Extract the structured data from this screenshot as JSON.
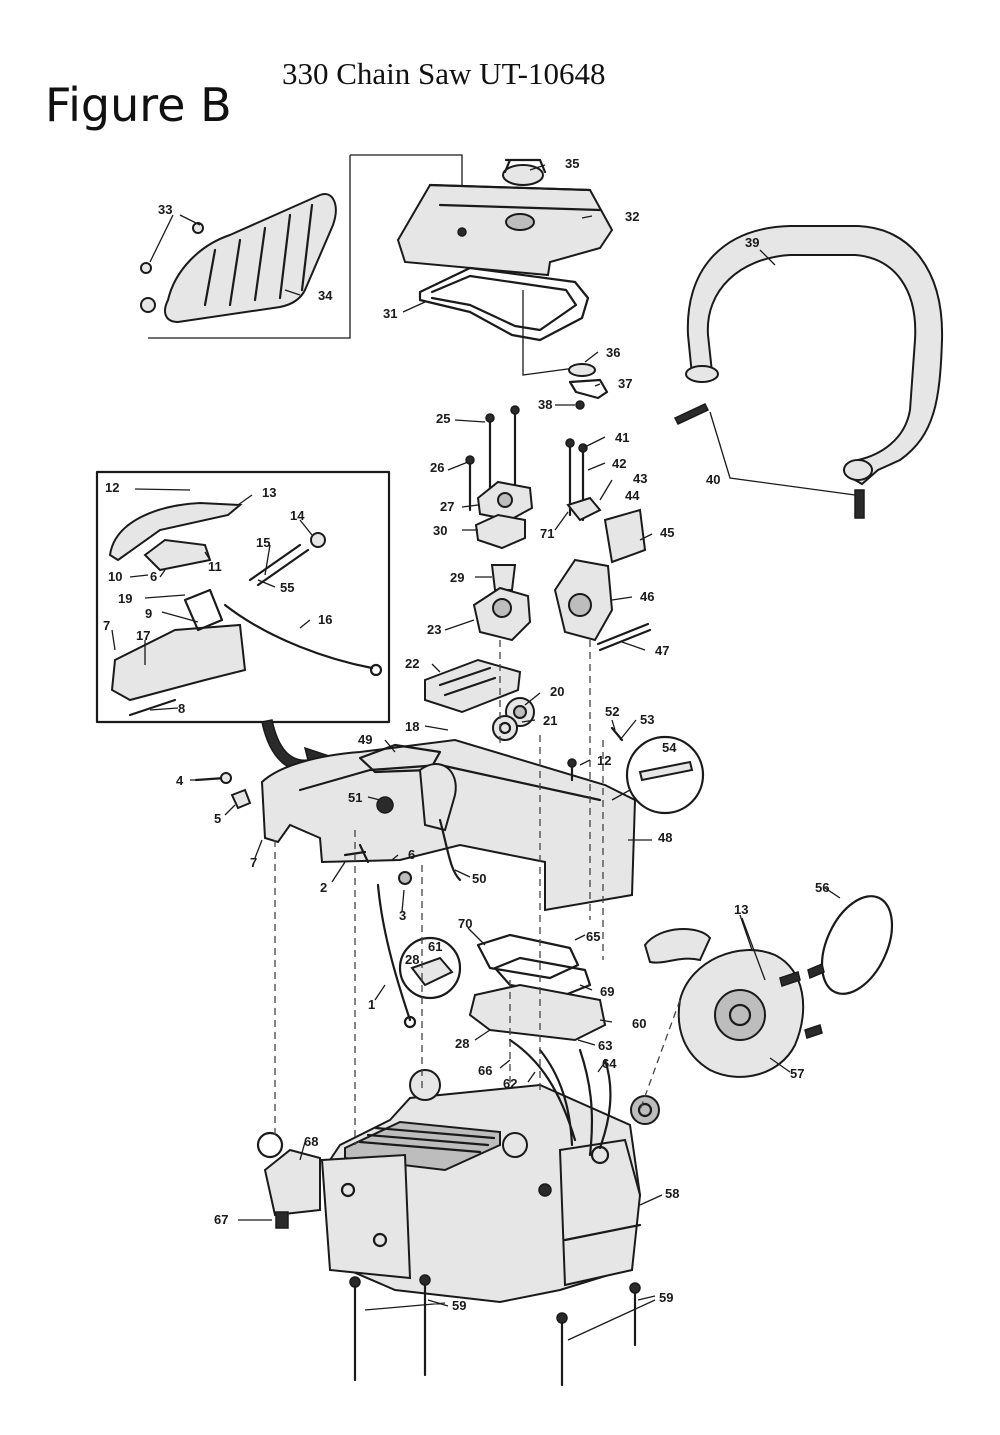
{
  "figure_label": "Figure B",
  "title": "330 Chain Saw UT-10648",
  "part_callouts": [
    {
      "id": "c35",
      "label": "35"
    },
    {
      "id": "c32",
      "label": "32"
    },
    {
      "id": "c33",
      "label": "33"
    },
    {
      "id": "c34",
      "label": "34"
    },
    {
      "id": "c31",
      "label": "31"
    },
    {
      "id": "c39",
      "label": "39"
    },
    {
      "id": "c36",
      "label": "36"
    },
    {
      "id": "c37",
      "label": "37"
    },
    {
      "id": "c38",
      "label": "38"
    },
    {
      "id": "c25",
      "label": "25"
    },
    {
      "id": "c41",
      "label": "41"
    },
    {
      "id": "c26",
      "label": "26"
    },
    {
      "id": "c42",
      "label": "42"
    },
    {
      "id": "c43",
      "label": "43"
    },
    {
      "id": "c27",
      "label": "27"
    },
    {
      "id": "c44",
      "label": "44"
    },
    {
      "id": "c30",
      "label": "30"
    },
    {
      "id": "c71",
      "label": "71"
    },
    {
      "id": "c45",
      "label": "45"
    },
    {
      "id": "c40",
      "label": "40"
    },
    {
      "id": "c12a",
      "label": "12"
    },
    {
      "id": "c13a",
      "label": "13"
    },
    {
      "id": "c14",
      "label": "14"
    },
    {
      "id": "c15",
      "label": "15"
    },
    {
      "id": "c11",
      "label": "11"
    },
    {
      "id": "c10",
      "label": "10"
    },
    {
      "id": "c6a",
      "label": "6"
    },
    {
      "id": "c55",
      "label": "55"
    },
    {
      "id": "c19",
      "label": "19"
    },
    {
      "id": "c9",
      "label": "9"
    },
    {
      "id": "c16",
      "label": "16"
    },
    {
      "id": "c7a",
      "label": "7"
    },
    {
      "id": "c17",
      "label": "17"
    },
    {
      "id": "c8",
      "label": "8"
    },
    {
      "id": "c29",
      "label": "29"
    },
    {
      "id": "c46",
      "label": "46"
    },
    {
      "id": "c23",
      "label": "23"
    },
    {
      "id": "c47",
      "label": "47"
    },
    {
      "id": "c22",
      "label": "22"
    },
    {
      "id": "c20",
      "label": "20"
    },
    {
      "id": "c21",
      "label": "21"
    },
    {
      "id": "c52",
      "label": "52"
    },
    {
      "id": "c53",
      "label": "53"
    },
    {
      "id": "c18",
      "label": "18"
    },
    {
      "id": "c54",
      "label": "54"
    },
    {
      "id": "c49",
      "label": "49"
    },
    {
      "id": "c12b",
      "label": "12"
    },
    {
      "id": "c4",
      "label": "4"
    },
    {
      "id": "c51",
      "label": "51"
    },
    {
      "id": "c5",
      "label": "5"
    },
    {
      "id": "c48",
      "label": "48"
    },
    {
      "id": "c7b",
      "label": "7"
    },
    {
      "id": "c6b",
      "label": "6"
    },
    {
      "id": "c2",
      "label": "2"
    },
    {
      "id": "c50",
      "label": "50"
    },
    {
      "id": "c3",
      "label": "3"
    },
    {
      "id": "c56",
      "label": "56"
    },
    {
      "id": "c13b",
      "label": "13"
    },
    {
      "id": "c70",
      "label": "70"
    },
    {
      "id": "c65",
      "label": "65"
    },
    {
      "id": "c61",
      "label": "61"
    },
    {
      "id": "c28a",
      "label": "28"
    },
    {
      "id": "c69",
      "label": "69"
    },
    {
      "id": "c1",
      "label": "1"
    },
    {
      "id": "c60",
      "label": "60"
    },
    {
      "id": "c28b",
      "label": "28"
    },
    {
      "id": "c63",
      "label": "63"
    },
    {
      "id": "c66",
      "label": "66"
    },
    {
      "id": "c64",
      "label": "64"
    },
    {
      "id": "c62",
      "label": "62"
    },
    {
      "id": "c57",
      "label": "57"
    },
    {
      "id": "c68",
      "label": "68"
    },
    {
      "id": "c58",
      "label": "58"
    },
    {
      "id": "c67",
      "label": "67"
    },
    {
      "id": "c59a",
      "label": "59"
    },
    {
      "id": "c59b",
      "label": "59"
    }
  ]
}
